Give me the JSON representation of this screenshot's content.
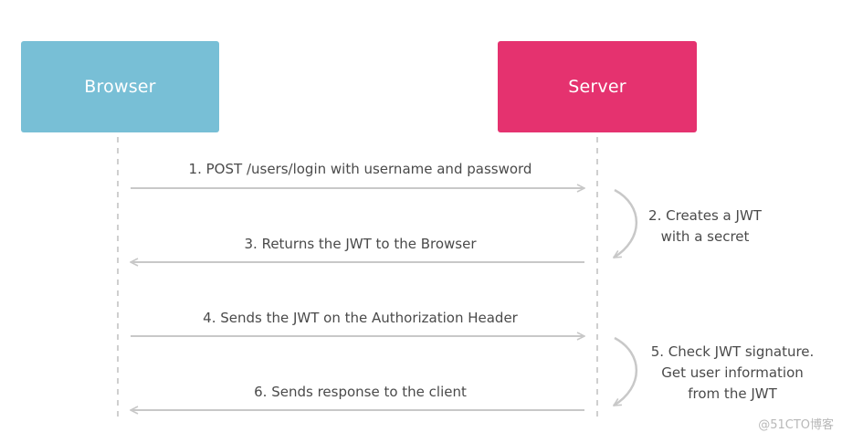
{
  "actors": {
    "browser": {
      "label": "Browser",
      "color": "#78bfd6"
    },
    "server": {
      "label": "Server",
      "color": "#e5326f"
    }
  },
  "messages": [
    {
      "label": "1. POST /users/login with username and password",
      "direction": "to-server"
    },
    {
      "label": "3. Returns the JWT to the Browser",
      "direction": "to-browser"
    },
    {
      "label": "4. Sends the JWT on the Authorization Header",
      "direction": "to-server"
    },
    {
      "label": "6. Sends response to the client",
      "direction": "to-browser"
    }
  ],
  "notes": [
    {
      "lines": [
        "2. Creates a JWT",
        "with a secret"
      ]
    },
    {
      "lines": [
        "5. Check JWT signature.",
        "Get user information",
        "from the JWT"
      ]
    }
  ],
  "watermark": "@51CTO博客",
  "colors": {
    "arrow": "#c8c8c8",
    "lifeline": "#cfcfcf",
    "text": "#4a4a4a"
  }
}
